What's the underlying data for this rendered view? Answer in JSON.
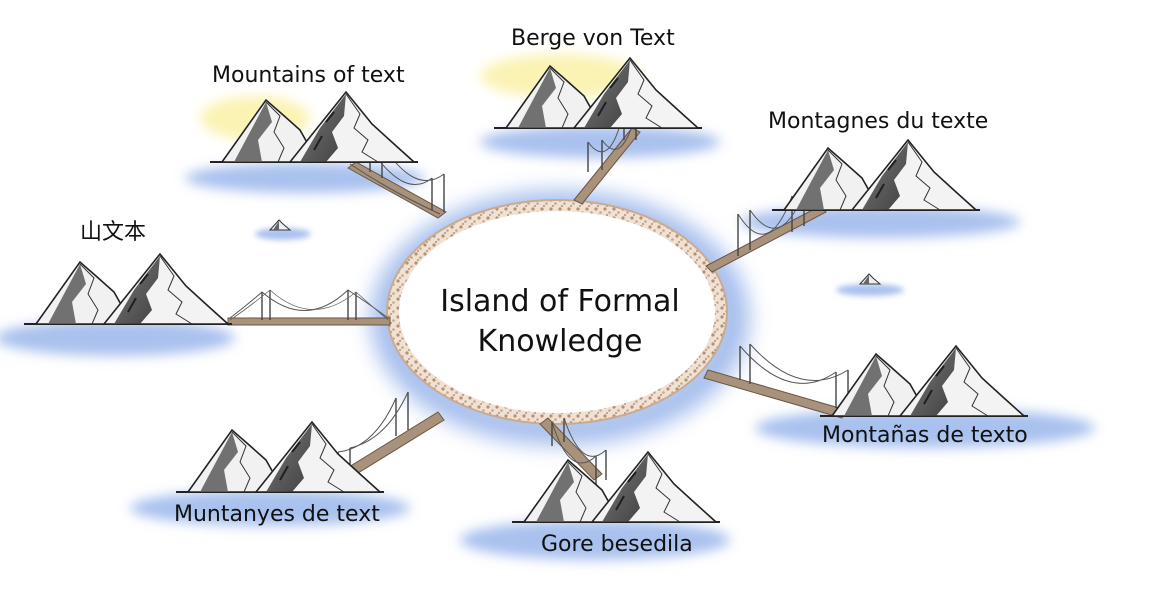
{
  "colors": {
    "water": "#a9c1ee",
    "water_light": "#d4e1f7",
    "sun_glow": "#fbf3b4",
    "rim": "#c8a78a",
    "bridge_deck": "#a8927c",
    "rock_dark": "#3b3b3b",
    "rock_mid": "#8a8a8a",
    "snow": "#f3f3f3",
    "grass": "#4f8a3c"
  },
  "center": {
    "line1": "Island of Formal",
    "line2": "Knowledge"
  },
  "islands": [
    {
      "id": "english",
      "label": "Mountains of text"
    },
    {
      "id": "german",
      "label": "Berge von Text"
    },
    {
      "id": "french",
      "label": "Montagnes du texte"
    },
    {
      "id": "chinese",
      "label": "山文本"
    },
    {
      "id": "spanish",
      "label": "Montañas de texto"
    },
    {
      "id": "catalan",
      "label": "Muntanyes de text"
    },
    {
      "id": "slovene",
      "label": "Gore besedila"
    }
  ]
}
